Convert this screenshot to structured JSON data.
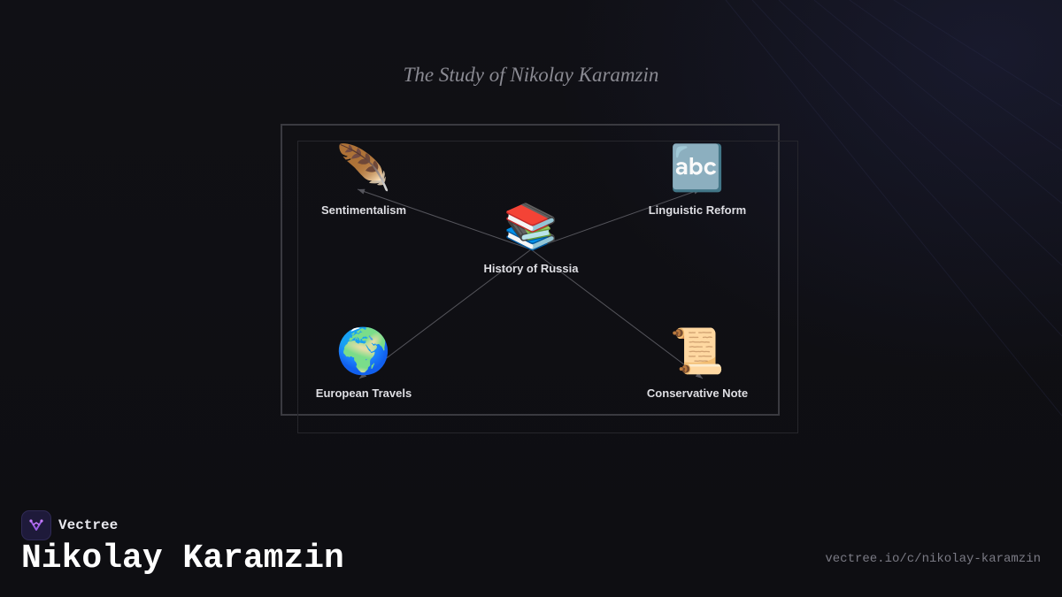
{
  "diagram": {
    "title": "The Study of Nikolay Karamzin",
    "nodes": [
      {
        "id": "center",
        "label": "History of Russia",
        "icon": "books-icon",
        "emoji": "📚"
      },
      {
        "id": "sentimentalism",
        "label": "Sentimentalism",
        "icon": "feather-icon",
        "emoji": "🪶"
      },
      {
        "id": "linguistic",
        "label": "Linguistic Reform",
        "icon": "abc-icon",
        "emoji": "🔤"
      },
      {
        "id": "travels",
        "label": "European Travels",
        "icon": "globe-icon",
        "emoji": "🌍"
      },
      {
        "id": "conservative",
        "label": "Conservative Note",
        "icon": "scroll-icon",
        "emoji": "📜"
      }
    ],
    "edges": [
      {
        "from": "center",
        "to": "sentimentalism"
      },
      {
        "from": "center",
        "to": "linguistic"
      },
      {
        "from": "center",
        "to": "travels"
      },
      {
        "from": "center",
        "to": "conservative"
      }
    ]
  },
  "footer": {
    "brand_name": "Vectree",
    "logo_icon": "vectree-logo-icon",
    "main_title": "Nikolay Karamzin",
    "url": "vectree.io/c/nikolay-karamzin"
  },
  "colors": {
    "background": "#0f0f13",
    "accent": "#8b4fd6",
    "edge": "#55555c"
  }
}
